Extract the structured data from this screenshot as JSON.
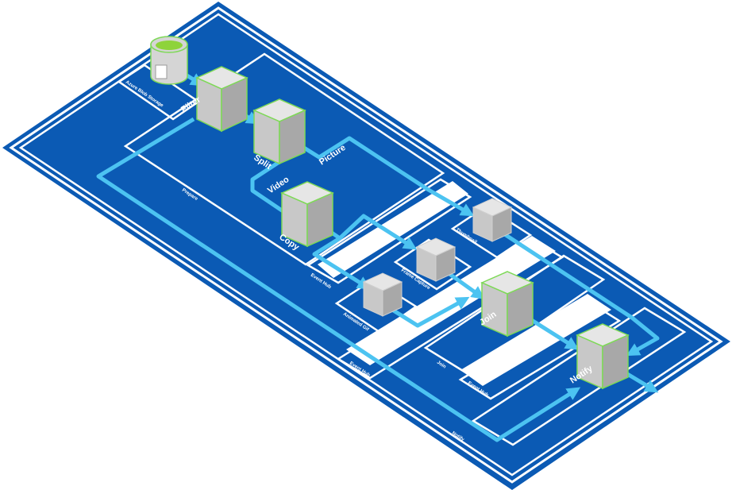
{
  "colors": {
    "background": "#ffffff",
    "platform": "#0b5ab4",
    "outline": "#ffffff",
    "flow": "#4cc3f1",
    "cube_border": "#7ed957",
    "cube_top": "#e6e6e6",
    "cube_left": "#c8c8c8",
    "cube_right": "#a8a8a8",
    "storage_top": "#8ed33b",
    "storage_body": "#d5d5d5"
  },
  "storage": {
    "label": "Azure Blob Storage",
    "icon": "blob-storage-icon"
  },
  "nodes": {
    "filter": "Filter",
    "split": "Split",
    "copy": "Copy",
    "thumbnail": "Thumbnail",
    "frame_capture": "Frame Capture",
    "animated_gif": "Animated Gif",
    "join": "Join",
    "notify": "Notify"
  },
  "branches": {
    "video": "Video",
    "picture": "Picture"
  },
  "zones": {
    "prepare": "Prepare",
    "event_hub_1": "Event Hub",
    "event_hub_2": "Event Hub",
    "event_hub_3": "Event Hub",
    "join": "Join",
    "notify": "Notify"
  }
}
